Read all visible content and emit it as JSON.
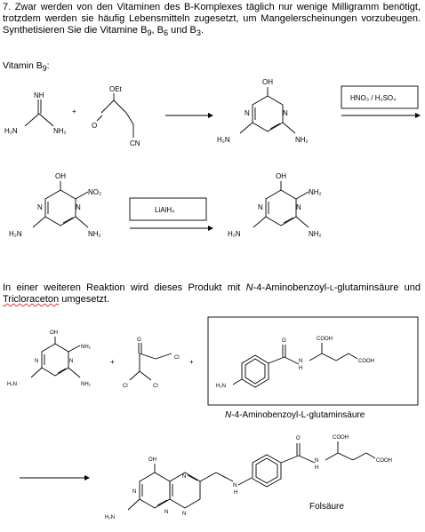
{
  "intro": {
    "lead": "7. Zwar werden von den Vitaminen des B-Komplexes täglich nur wenige Milligramm benötigt, trotzdem werden sie häufig Lebensmitteln zugesetzt, um Mangelerscheinungen vorzubeugen. Synthetisieren Sie die Vitamine B",
    "sub9": "9",
    "mid1": ", B",
    "sub6": "6",
    "mid2": " und B",
    "sub3": "3",
    "end": "."
  },
  "heading": {
    "text": "Vitamin B",
    "sub": "9",
    "colon": ":"
  },
  "labels": {
    "NH": "NH",
    "H2N": "H₂N",
    "NH2": "NH₂",
    "N": "N",
    "OH": "OH",
    "OEt": "OEt",
    "O": "O",
    "CN": "CN",
    "NO2": "NO₂",
    "Cl": "Cl",
    "COOH": "COOH",
    "H": "H"
  },
  "operators": {
    "plus": "+"
  },
  "reagents": {
    "nitration": "HNO₃ / H₂SO₄",
    "reduction": "LiAlH₄"
  },
  "paragraph2": {
    "prefix": "In einer weiteren Reaktion wird dieses Produkt mit ",
    "italic": "N",
    "middle": "-4-Aminobenzoyl-",
    "smallcap": "L",
    "rest": "-glutaminsäure und ",
    "underlined": "Tricloraceton",
    "suffix": " umgesetzt."
  },
  "captions": {
    "box_italic": "N",
    "box_rest": "-4-Aminobenzoyl-L-glutaminsäure",
    "product": "Folsäure"
  }
}
